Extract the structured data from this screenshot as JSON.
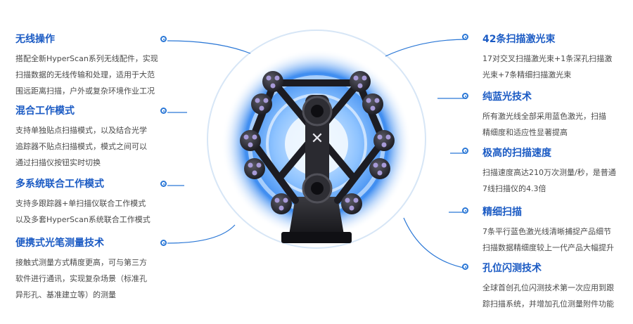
{
  "left_features": [
    {
      "title": "无线操作",
      "lines": [
        "搭配全新HyperScan系列无线配件，实现",
        "扫描数据的无线传输和处理，适用于大范",
        "围远距离扫描，户外或复杂环境作业工况"
      ]
    },
    {
      "title": "混合工作模式",
      "lines": [
        "支持单独贴点扫描模式，以及结合光学",
        "追踪器不贴点扫描模式，模式之间可以",
        "通过扫描仪按钮实时切换"
      ]
    },
    {
      "title": "多系统联合工作模式",
      "lines": [
        "支持多跟踪器+单扫描仪联合工作模式",
        "以及多套HyperScan系统联合工作模式"
      ]
    },
    {
      "title": "便携式光笔测量技术",
      "lines": [
        "接触式测量方式精度更高，可与第三方",
        "软件进行通讯，实现复杂场景（标准孔",
        "异形孔、基准建立等）的测量"
      ]
    }
  ],
  "right_features": [
    {
      "title": "42条扫描激光束",
      "lines": [
        "17对交叉扫描激光束+1条深孔扫描激",
        "光束+7条精细扫描激光束"
      ]
    },
    {
      "title": "纯蓝光技术",
      "lines": [
        "所有激光线全部采用蓝色激光，扫描",
        "精细度和适应性显著提高"
      ]
    },
    {
      "title": "极高的扫描速度",
      "lines": [
        "扫描速度高达210万次测量/秒，是普通",
        "7线扫描仪的4.3倍"
      ]
    },
    {
      "title": "精细扫描",
      "lines": [
        "7条平行蓝色激光线清晰捕捉产品细节",
        "扫描数据精细度较上一代产品大幅提升"
      ]
    },
    {
      "title": "孔位闪测技术",
      "lines": [
        "全球首创孔位闪测技术第一次应用到跟",
        "踪扫描系统，并增加孔位测量附件功能"
      ]
    }
  ],
  "colors": {
    "title": "#1b5bc4",
    "body": "#4a4a4a",
    "accent": "#2a77d6",
    "glow": "#3f8df0"
  }
}
